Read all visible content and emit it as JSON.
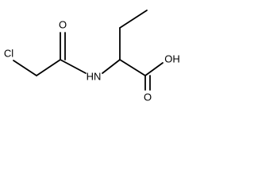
{
  "structure": {
    "atoms": {
      "cl": "Cl",
      "amide_o": "O",
      "nh": "HN",
      "acid_oh": "OH",
      "acid_o": "O"
    }
  }
}
